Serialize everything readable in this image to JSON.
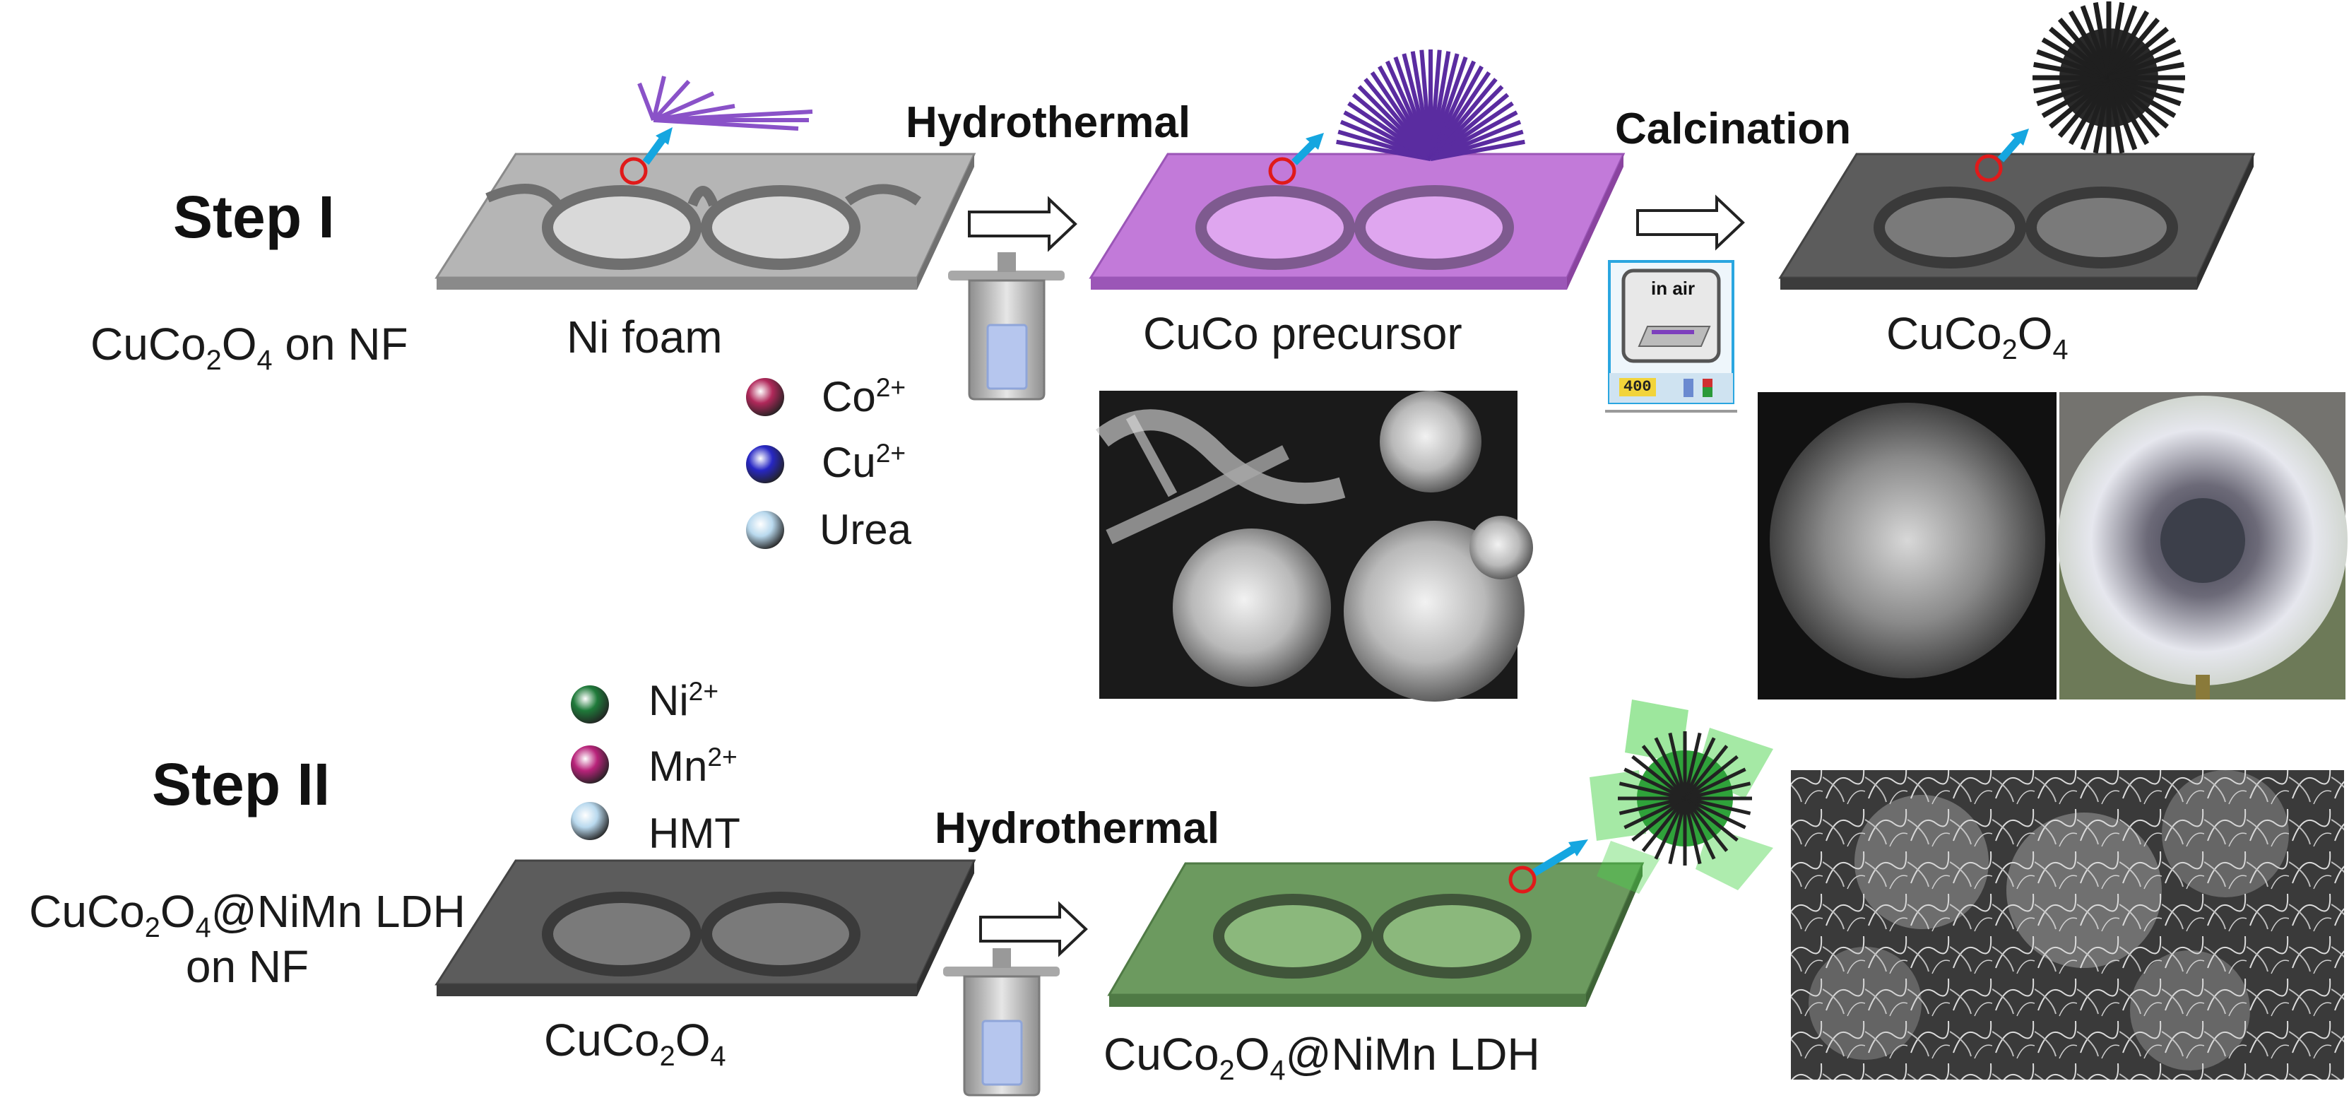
{
  "step1": {
    "title": "Step I",
    "product": {
      "prefix": "CuCo",
      "sub1": "2",
      "mid": "O",
      "sub2": "4",
      "suffix": " on NF"
    },
    "substrate_label": "Ni foam",
    "process1": "Hydrothermal",
    "intermediate_label": "CuCo precursor",
    "process2": "Calcination",
    "oven_text": "in air",
    "oven_display": "400",
    "final_label": {
      "prefix": "CuCo",
      "sub1": "2",
      "mid": "O",
      "sub2": "4"
    },
    "reagents": [
      {
        "base": "Co",
        "charge": "2+",
        "color": "#b0285a"
      },
      {
        "base": "Cu",
        "charge": "2+",
        "color": "#2727c4"
      },
      {
        "base": "Urea",
        "charge": "",
        "color": "#b9d9ee"
      }
    ]
  },
  "step2": {
    "title": "Step II",
    "product_line1": {
      "prefix": "CuCo",
      "sub1": "2",
      "mid": "O",
      "sub2": "4",
      "suffix": "@NiMn LDH"
    },
    "product_line2": "on NF",
    "substrate_label": {
      "prefix": "CuCo",
      "sub1": "2",
      "mid": "O",
      "sub2": "4"
    },
    "process": "Hydrothermal",
    "final_label": {
      "prefix": "CuCo",
      "sub1": "2",
      "mid": "O",
      "sub2": "4",
      "suffix": "@NiMn LDH"
    },
    "reagents": [
      {
        "base": "Ni",
        "charge": "2+",
        "color": "#1f7a3a"
      },
      {
        "base": "Mn",
        "charge": "2+",
        "color": "#b8237a"
      },
      {
        "base": "HMT",
        "charge": "",
        "color": "#b9d9ee"
      }
    ]
  },
  "colors": {
    "nickel_foam": "#9a9a9a",
    "precursor": "#c27ad9",
    "oxide": "#5c5c5c",
    "ldh": "#6c9a5f",
    "arrow_blue": "#15a6e0",
    "marker_red": "#e01a1a"
  }
}
